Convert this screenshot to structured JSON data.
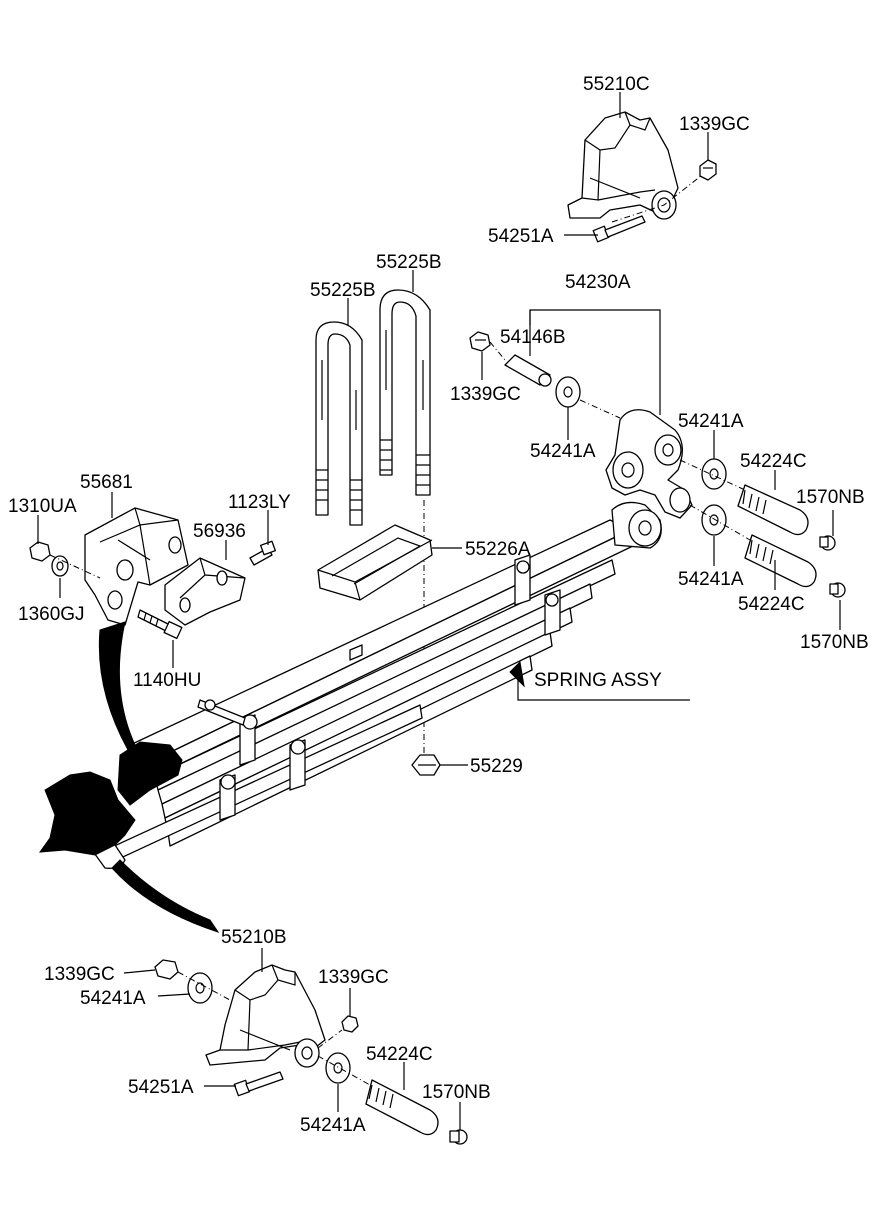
{
  "diagram": {
    "labels": {
      "p55210C": "55210C",
      "p1339GC_a": "1339GC",
      "p54251A_a": "54251A",
      "p55225B_a": "55225B",
      "p55225B_b": "55225B",
      "p54230A": "54230A",
      "p54146B": "54146B",
      "p1339GC_b": "1339GC",
      "p54241A_a": "54241A",
      "p54241A_b": "54241A",
      "p54224C_a": "54224C",
      "p1570NB_a": "1570NB",
      "p55681": "55681",
      "p1123LY": "1123LY",
      "p1310UA": "1310UA",
      "p56936": "56936",
      "p55226A": "55226A",
      "p1360GJ": "1360GJ",
      "p54241A_c": "54241A",
      "p54224C_b": "54224C",
      "p1570NB_b": "1570NB",
      "p1140HU": "1140HU",
      "spring_assy": "SPRING ASSY",
      "p55229": "55229",
      "p55210B": "55210B",
      "p1339GC_c": "1339GC",
      "p1339GC_d": "1339GC",
      "p54241A_d": "54241A",
      "p54224C_c": "54224C",
      "p54251A_b": "54251A",
      "p1570NB_c": "1570NB",
      "p54241A_e": "54241A"
    }
  }
}
